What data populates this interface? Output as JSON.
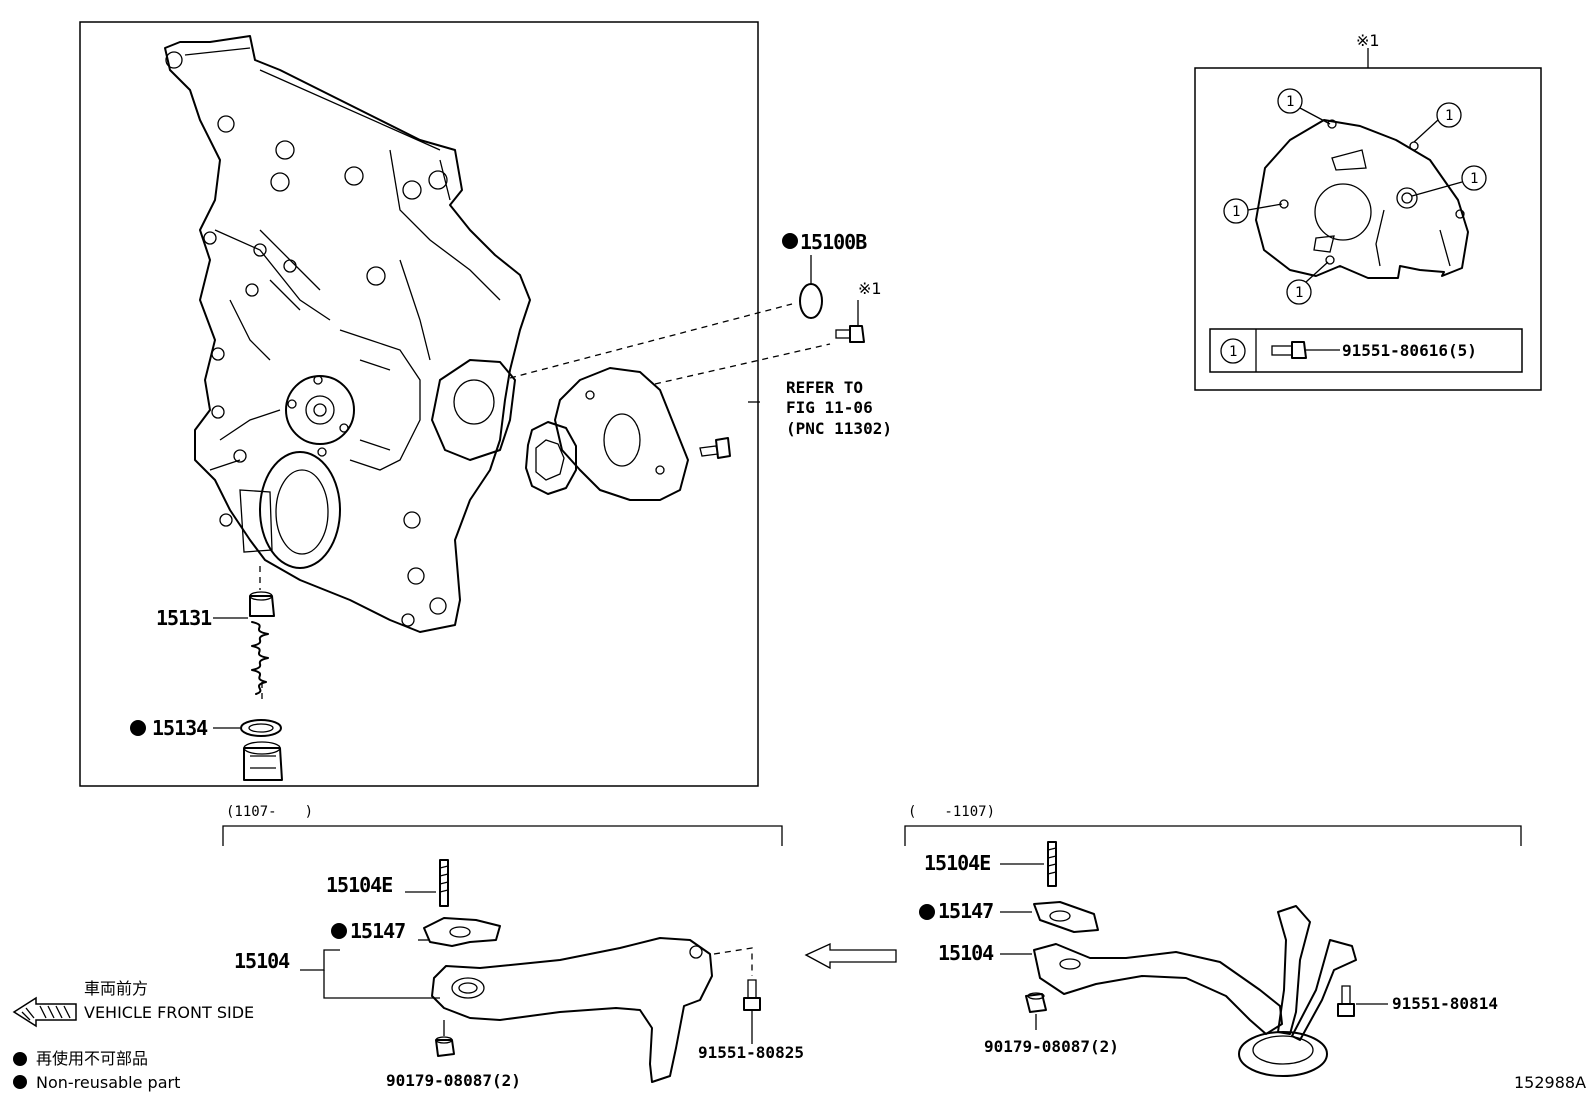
{
  "labels": {
    "p15100B": "15100B",
    "p15131": "15131",
    "p15134": "15134",
    "note_x1_top": "※1",
    "note_x1_bolt": "※1",
    "refer_line1": "REFER TO",
    "refer_line2": "FIG 11-06",
    "refer_line3": "(PNC 11302)",
    "legend_num": "1",
    "legend_part": "91551-80616(5)",
    "range_left": "(1107-　　)",
    "range_right": "(　　-1107)",
    "left_p15104E": "15104E",
    "left_p15147": "15147",
    "left_p15104": "15104",
    "left_p91551": "91551-80825",
    "left_p90179": "90179-08087(2)",
    "right_p15104E": "15104E",
    "right_p15147": "15147",
    "right_p15104": "15104",
    "right_p91551": "91551-80814",
    "right_p90179": "90179-08087(2)",
    "front_jp": "車両前方",
    "front_en": "VEHICLE FRONT SIDE",
    "nonreusable_jp": "再使用不可部品",
    "nonreusable_en": "Non-reusable part",
    "figure_id": "152988A"
  },
  "callout_numbers": [
    "1",
    "1",
    "1",
    "1",
    "1"
  ],
  "icons": {
    "nonreusable": "filled-circle-bullet",
    "front_arrow": "hatched-left-arrow",
    "flow_arrow": "hollow-left-arrow"
  }
}
